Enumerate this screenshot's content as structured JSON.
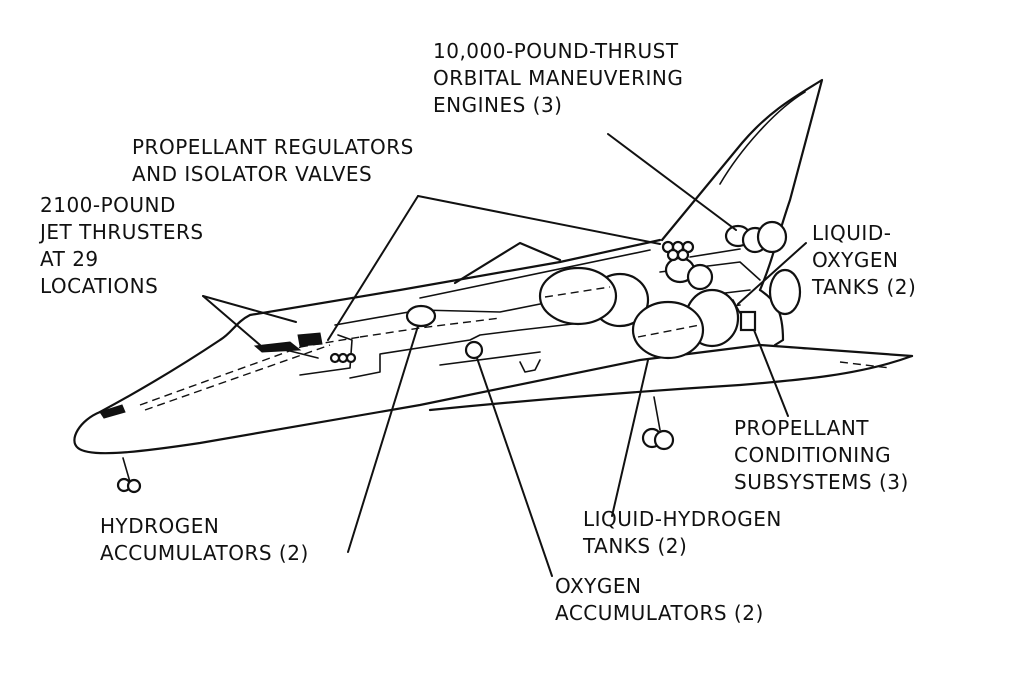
{
  "figure": {
    "subject": "Space shuttle orbiter propulsion subsystems (cutaway)",
    "labels": {
      "oms_engines": [
        "10,000-POUND-THRUST",
        "ORBITAL MANEUVERING",
        "ENGINES (3)"
      ],
      "regulators": [
        "PROPELLANT REGULATORS",
        "AND ISOLATOR VALVES"
      ],
      "jet_thrusters": [
        "2100-POUND",
        "JET THRUSTERS",
        "AT 29",
        "LOCATIONS"
      ],
      "lox_tanks": [
        "LIQUID-",
        "OXYGEN",
        "TANKS (2)"
      ],
      "conditioning": [
        "PROPELLANT",
        "CONDITIONING",
        "SUBSYSTEMS (3)"
      ],
      "lh2_tanks": [
        "LIQUID-HYDROGEN",
        "TANKS (2)"
      ],
      "h2_accumulators": [
        "HYDROGEN",
        "ACCUMULATORS (2)"
      ],
      "o2_accumulators": [
        "OXYGEN",
        "ACCUMULATORS (2)"
      ]
    }
  }
}
